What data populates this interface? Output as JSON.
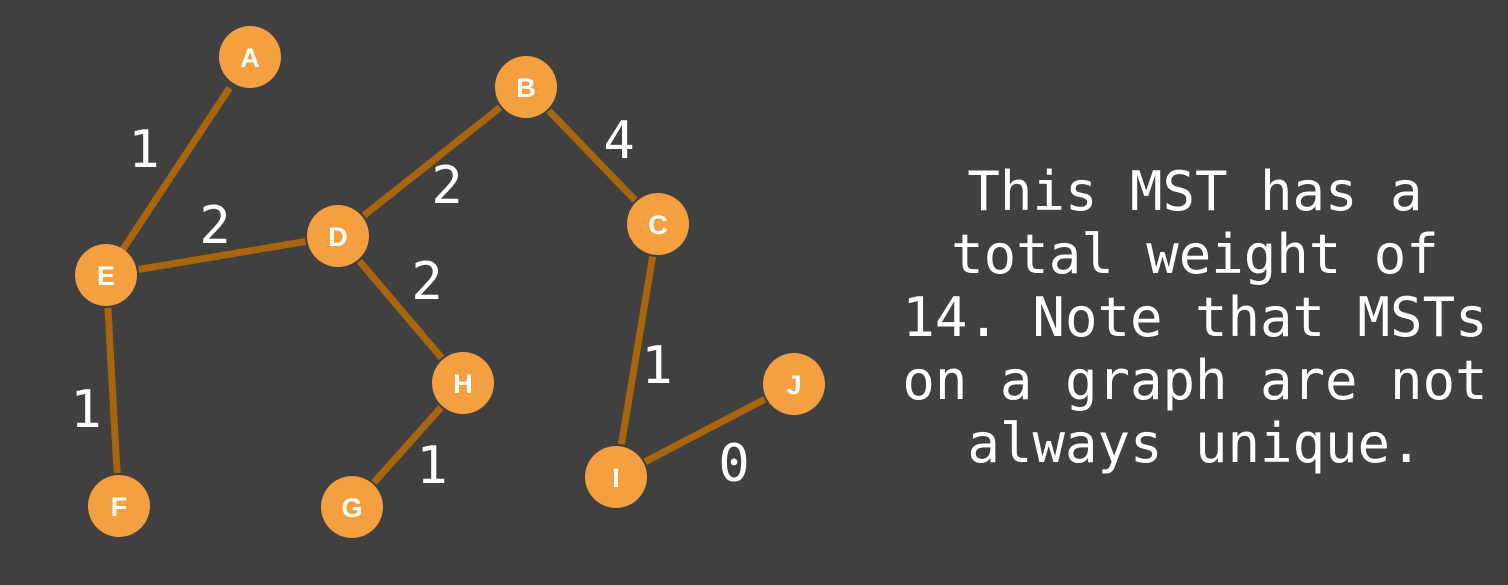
{
  "graph": {
    "nodes": [
      "A",
      "B",
      "C",
      "D",
      "E",
      "F",
      "G",
      "H",
      "I",
      "J"
    ],
    "edges": [
      {
        "from": "A",
        "to": "E",
        "weight": "1"
      },
      {
        "from": "E",
        "to": "D",
        "weight": "2"
      },
      {
        "from": "D",
        "to": "B",
        "weight": "2"
      },
      {
        "from": "B",
        "to": "C",
        "weight": "4"
      },
      {
        "from": "D",
        "to": "H",
        "weight": "2"
      },
      {
        "from": "E",
        "to": "F",
        "weight": "1"
      },
      {
        "from": "H",
        "to": "G",
        "weight": "1"
      },
      {
        "from": "C",
        "to": "I",
        "weight": "1"
      },
      {
        "from": "I",
        "to": "J",
        "weight": "0"
      }
    ]
  },
  "caption": {
    "lines": [
      "This MST has a",
      "total weight of",
      "14. Note that MSTs",
      "on a graph are not",
      "always unique."
    ]
  },
  "colors": {
    "background": "#404040",
    "node_fill": "#f5a040",
    "edge_stroke": "#a8650c",
    "text": "#ffffff"
  }
}
